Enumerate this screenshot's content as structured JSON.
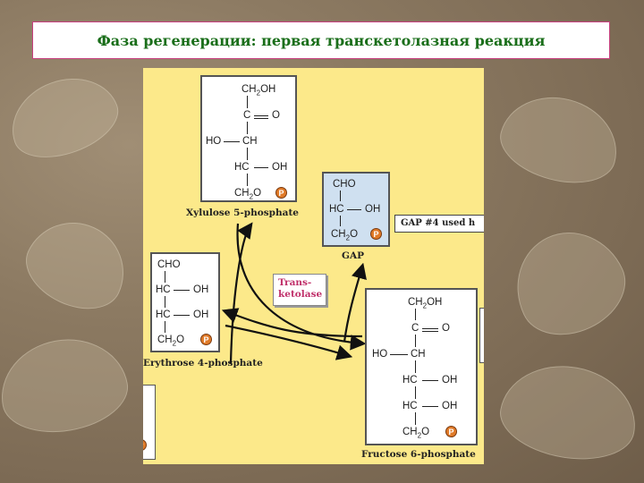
{
  "title": "Фаза регенерации: первая транскетолазная реакция",
  "colors": {
    "title_text": "#1a6e1a",
    "title_border": "#c84080",
    "panel": "#fce98a",
    "enzyme_text": "#c0306a",
    "phosphate": "#e07a28",
    "gap_box": "#cfe0f0"
  },
  "molecules": {
    "xylulose": {
      "label": "Xylulose 5-phosphate",
      "rows": [
        "CH2OH",
        "C",
        "O",
        "HO",
        "CH",
        "HC",
        "OH",
        "CH2O"
      ],
      "phosphate": "P"
    },
    "gap": {
      "label": "GAP",
      "rows": [
        "CHO",
        "HC",
        "OH",
        "CH2O"
      ],
      "phosphate": "P"
    },
    "erythrose": {
      "label": "Erythrose 4-phosphate",
      "rows": [
        "CHO",
        "HC",
        "OH",
        "HC",
        "OH",
        "CH2O"
      ],
      "phosphate": "P"
    },
    "fructose": {
      "label": "Fructose 6-phosphate",
      "rows": [
        "CH2OH",
        "C",
        "O",
        "HO",
        "CH",
        "HC",
        "OH",
        "HC",
        "OH",
        "CH2O"
      ],
      "phosphate": "P"
    }
  },
  "enzyme": {
    "line1": "Trans-",
    "line2": "ketolase"
  },
  "gap_note": "GAP #4 used h",
  "partial_p": "P"
}
